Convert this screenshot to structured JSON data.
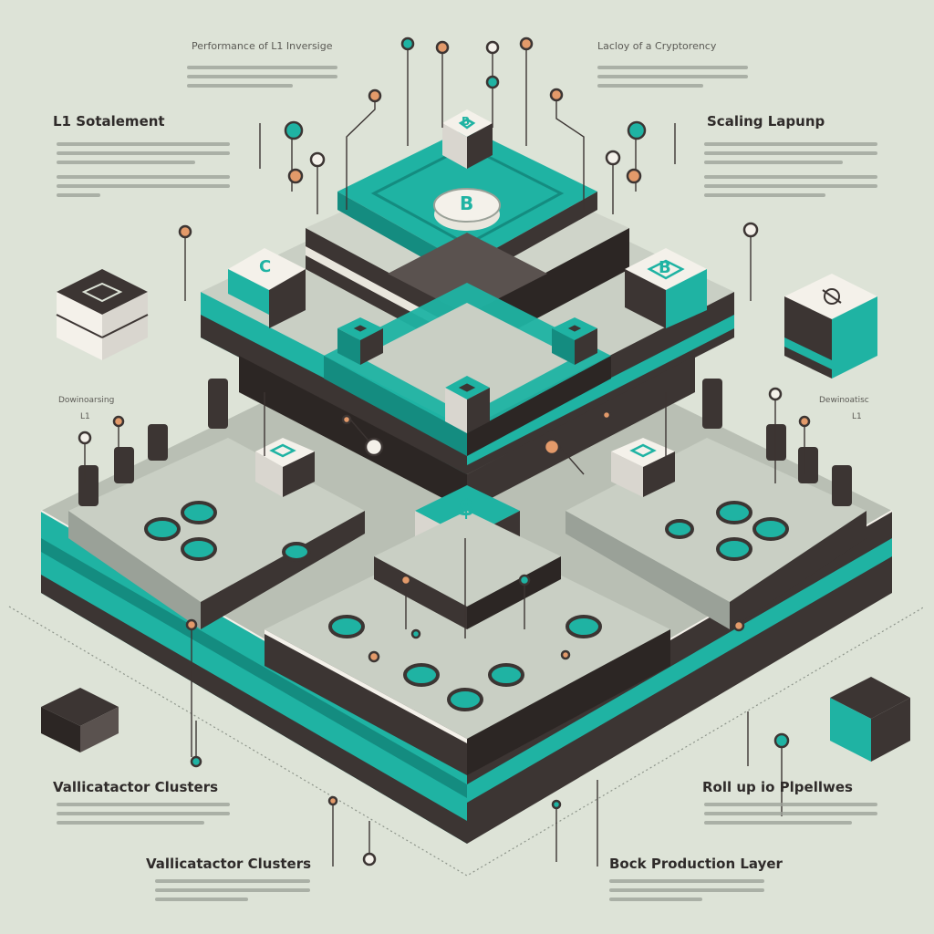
{
  "labels": {
    "top_left": "Performance of L1 Inversige",
    "top_right": "Lacloy of a Cryptorency",
    "left_upper": "L1 Sotalement",
    "right_upper": "Scaling Lapunp",
    "left_mid_small_1": "Dowinoarsing",
    "left_mid_small_2": "L1",
    "right_mid_small_1": "Dewinoatisc",
    "right_mid_small_2": "L1",
    "left_lower_1": "Vallicatactor Clusters",
    "left_lower_2": "Vallicatactor Clusters",
    "right_lower_1": "Roll up io Plpellwes",
    "right_lower_2": "Bock Production Layer"
  },
  "icons": {
    "top_chip": "B",
    "top_coin": "B",
    "left_chip": "C",
    "right_chip": "B",
    "center_chip": "$"
  },
  "colors": {
    "background": "#dde3d7",
    "teal": "#1fb3a3",
    "teal_dark": "#148c80",
    "dark": "#3c3533",
    "darker": "#2c2624",
    "slab": "#c9cfc4",
    "slab_side": "#9aa198",
    "orange": "#e39a6a",
    "white": "#f4f1ea"
  }
}
